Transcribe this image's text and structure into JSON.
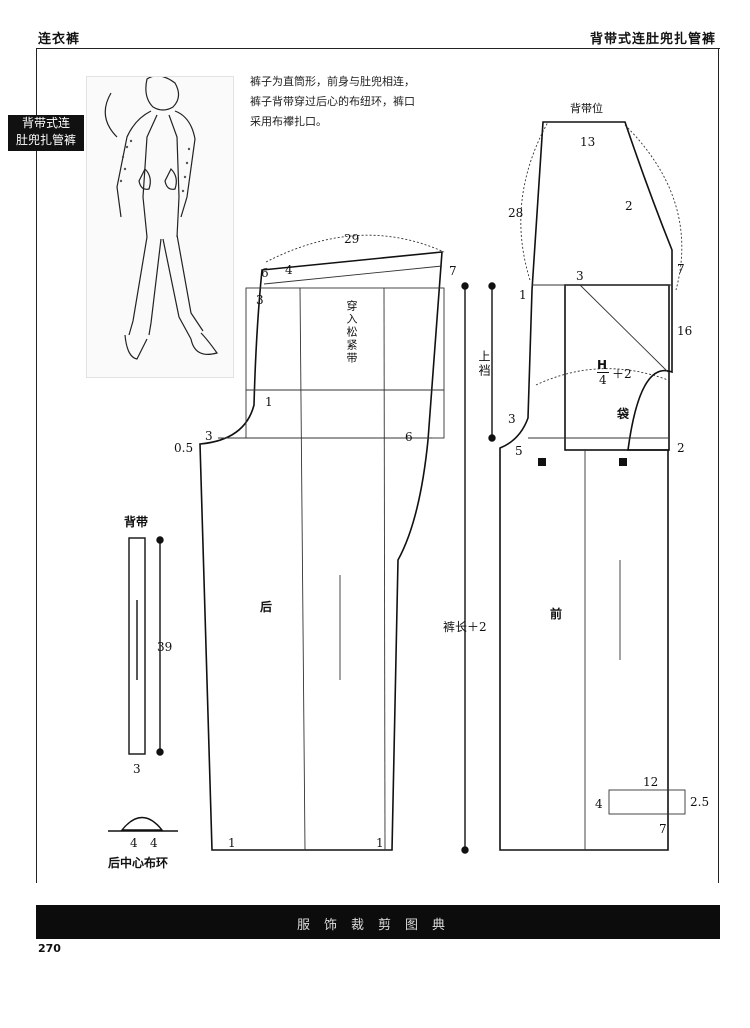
{
  "header": {
    "left": "连衣裤",
    "right": "背带式连肚兜扎管裤"
  },
  "side_tab": {
    "line1": "背带式连",
    "line2": "肚兜扎管裤"
  },
  "description": "裤子为直筒形，前身与肚兜相连，裤子背带穿过后心的布纽环，裤口采用布襻扎口。",
  "pattern": {
    "back_label": "后",
    "front_label": "前",
    "elastic_label": "穿入松紧带",
    "crotch_label": "上裆",
    "length_label": "裤长＋2",
    "strap_title": "背带",
    "strap_length": "39",
    "strap_width": "3",
    "loop_title": "后中心布环",
    "loop_left": "4",
    "loop_right": "4",
    "strap_position": "背带位",
    "pocket_label": "袋",
    "hip_formula_num": "H",
    "hip_formula_den": "4",
    "hip_formula_plus": "＋2",
    "dimensions": {
      "waist_back": "29",
      "back_6": "6",
      "back_4": "4",
      "back_7": "7",
      "back_3_top": "3",
      "back_1_curve": "1",
      "back_3_crotch": "3",
      "back_0_5": "0.5",
      "back_6_hip": "6",
      "back_hem_1_left": "1",
      "back_hem_1_right": "1",
      "bib_13": "13",
      "bib_28": "28",
      "bib_2": "2",
      "front_7": "7",
      "front_1": "1",
      "front_3_pocket": "3",
      "front_16": "16",
      "front_3_crotch": "3",
      "front_5": "5",
      "front_2_hip": "2",
      "cuff_12": "12",
      "cuff_4": "4",
      "cuff_2_5": "2.5",
      "cuff_7": "7"
    }
  },
  "footer": {
    "title": "服饰裁剪图典",
    "page_number": "270"
  }
}
